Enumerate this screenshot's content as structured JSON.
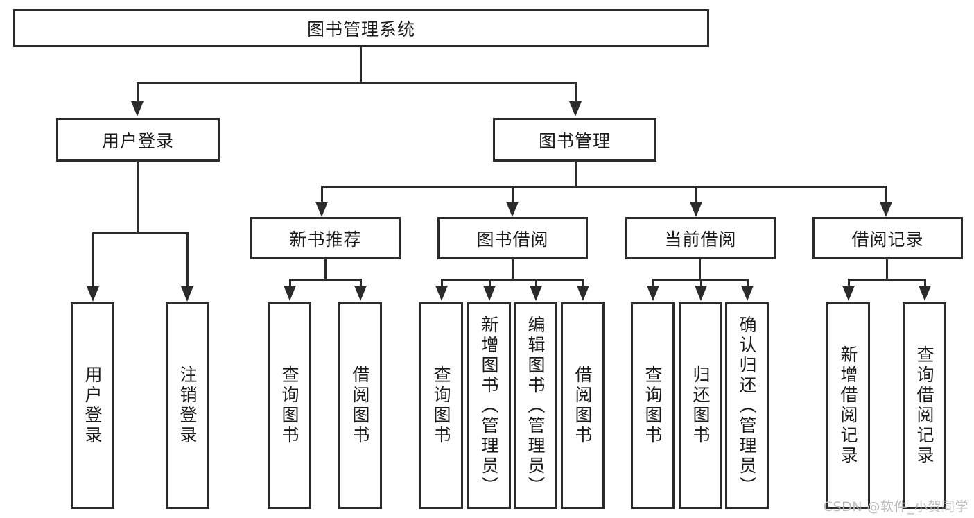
{
  "diagram": {
    "type": "tree-hierarchy-diagram",
    "title": "图书管理系统",
    "watermark": "CSDN @软件_小贺同学",
    "colors": {
      "stroke": "#2b2b2b",
      "fill": "#ffffff",
      "text": "#1a1a1a",
      "watermark": "#b9b9b9"
    },
    "root": {
      "label": "图书管理系统"
    },
    "level2": [
      {
        "label": "用户登录"
      },
      {
        "label": "图书管理"
      }
    ],
    "level3": [
      {
        "label": "新书推荐"
      },
      {
        "label": "图书借阅"
      },
      {
        "label": "当前借阅"
      },
      {
        "label": "借阅记录"
      }
    ],
    "leaves": {
      "user_login": [
        {
          "label": "用户登录"
        },
        {
          "label": "注销登录"
        }
      ],
      "new_book_recommend": [
        {
          "label": "查询图书"
        },
        {
          "label": "借阅图书"
        }
      ],
      "book_borrow": [
        {
          "label": "查询图书"
        },
        {
          "label": "新增图书（管理员）"
        },
        {
          "label": "编辑图书（管理员）"
        },
        {
          "label": "借阅图书"
        }
      ],
      "current_borrow": [
        {
          "label": "查询图书"
        },
        {
          "label": "归还图书"
        },
        {
          "label": "确认归还（管理员）"
        }
      ],
      "borrow_record": [
        {
          "label": "新增借阅记录"
        },
        {
          "label": "查询借阅记录"
        }
      ]
    }
  }
}
